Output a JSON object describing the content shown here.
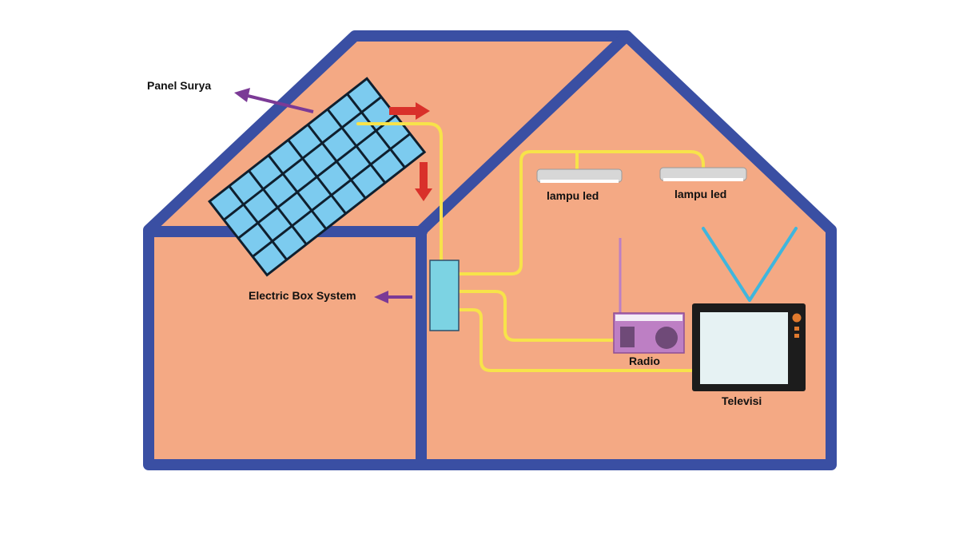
{
  "labels": {
    "solar_panel": "Panel Surya",
    "electric_box": "Electric Box System",
    "led_lamp_1": "lampu led",
    "led_lamp_2": "lampu led",
    "radio": "Radio",
    "television": "Televisi"
  },
  "colors": {
    "background": "#ffffff",
    "house_wall": "#f4a984",
    "house_outline": "#3a4fa3",
    "wire": "#f7e34a",
    "flow_arrow": "#d9302a",
    "pointer_arrow": "#7b3a96",
    "solar_cell": "#7ccbef",
    "electric_box": "#7cd3e3",
    "radio_body": "#bd7fc4",
    "tv_screen": "#e6f2f3",
    "tv_frame": "#1c1c1c",
    "antenna": "#3fb6dd",
    "lamp": "#d7d7d7"
  },
  "icons": {
    "solar_panel": "solar-panel-icon",
    "electric_box": "electric-box-icon",
    "lamp": "led-lamp-icon",
    "radio": "radio-icon",
    "television": "television-icon"
  }
}
